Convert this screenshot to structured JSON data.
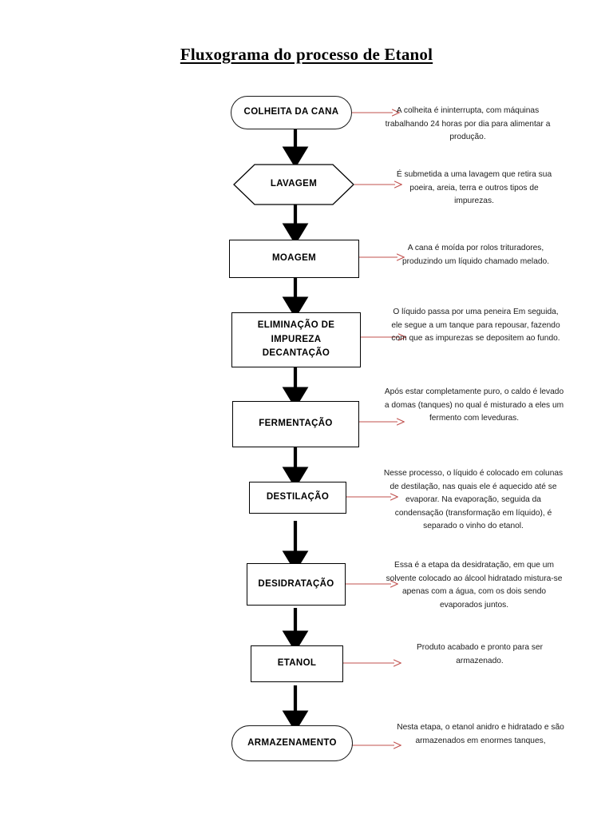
{
  "document": {
    "title": "Fluxograma do processo de Etanol"
  },
  "style": {
    "flow_arrow_color": "#000000",
    "annotation_arrow_color": "#c0504d",
    "node_border_color": "#000000",
    "page_background": "#ffffff"
  },
  "flow": {
    "steps": [
      {
        "id": "colheita",
        "shape": "stadium",
        "label": "COLHEITA DA CANA",
        "description": "A colheita é ininterrupta, com máquinas trabalhando 24 horas por dia para alimentar a produção."
      },
      {
        "id": "lavagem",
        "shape": "hexagon",
        "label": "LAVAGEM",
        "description": "É  submetida  a uma lavagem que retira sua poeira, areia, terra e outros tipos de impurezas."
      },
      {
        "id": "moagem",
        "shape": "rectangle",
        "label": "MOAGEM",
        "description": "A cana é moída por rolos trituradores, produzindo um líquido chamado melado."
      },
      {
        "id": "eliminacao-impureza",
        "shape": "rectangle",
        "label": "ELIMINAÇÃO DE\nIMPUREZA\nDECANTAÇÃO",
        "description": "O líquido passa por uma peneira  Em seguida, ele segue a um tanque para repousar, fazendo com que as impurezas se depositem ao fundo."
      },
      {
        "id": "fermentacao",
        "shape": "rectangle",
        "label": "FERMENTAÇÃO",
        "description": "Após estar completamente puro, o caldo é levado a domas (tanques) no qual é misturado a eles um fermento com leveduras."
      },
      {
        "id": "destilacao",
        "shape": "rectangle",
        "label": "DESTILAÇÃO",
        "description": "Nesse processo, o líquido é colocado em colunas de destilação, nas quais ele é aquecido até se evaporar. Na evaporação, seguida da condensação (transformação em líquido), é separado o vinho do etanol."
      },
      {
        "id": "desidratacao",
        "shape": "rectangle",
        "label": "DESIDRATAÇÃO",
        "description": "Essa é a etapa da desidratação, em que um solvente colocado ao álcool hidratado mistura-se apenas com a água, com os dois sendo evaporados juntos."
      },
      {
        "id": "etanol",
        "shape": "rectangle",
        "label": "ETANOL",
        "description": "Produto acabado e pronto para ser armazenado."
      },
      {
        "id": "armazenamento",
        "shape": "stadium",
        "label": "ARMAZENAMENTO",
        "description": "Nesta etapa, o etanol anidro e hidratado e são armazenados em enormes tanques,"
      }
    ]
  }
}
